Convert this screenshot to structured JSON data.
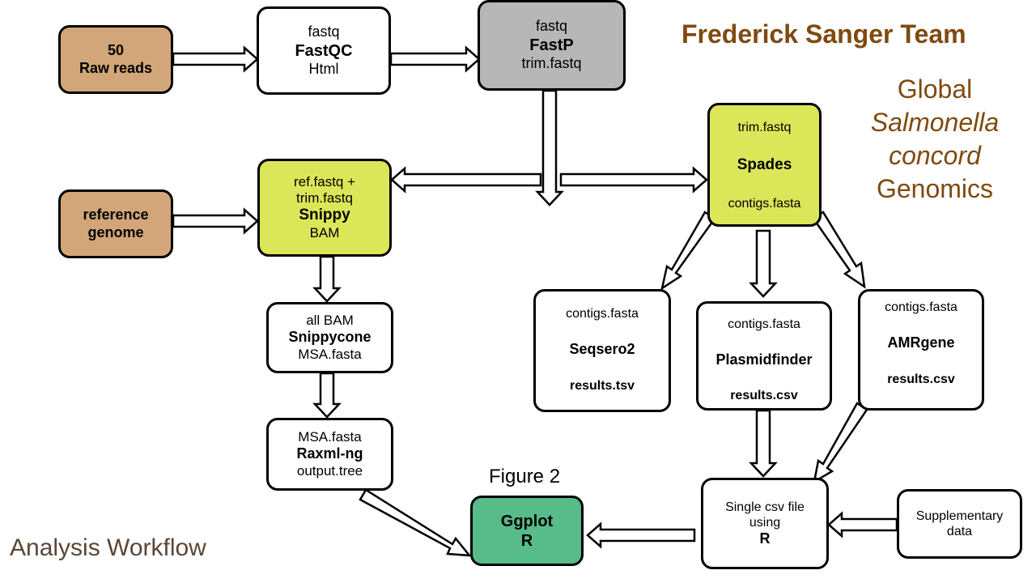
{
  "header": {
    "team": "Frederick Sanger Team",
    "subtitle": [
      "Global",
      "Salmonella",
      "concord",
      "Genomics"
    ]
  },
  "footer": {
    "workflow_title": "Analysis Workflow"
  },
  "figure_label": "Figure 2",
  "nodes": {
    "raw_reads": {
      "lines": [
        "50",
        "Raw reads"
      ]
    },
    "fastqc": {
      "input": "fastq",
      "tool": "FastQC",
      "output": "Html"
    },
    "fastp": {
      "input": "fastq",
      "tool": "FastP",
      "output": "trim.fastq"
    },
    "reference": {
      "lines": [
        "reference",
        "genome"
      ]
    },
    "snippy": {
      "input1": "ref.fastq +",
      "input2": "trim.fastq",
      "tool": "Snippy",
      "output": "BAM"
    },
    "spades": {
      "input": "trim.fastq",
      "tool": "Spades",
      "output": "contigs.fasta"
    },
    "snippycore": {
      "input": "all BAM",
      "tool": "Snippycone",
      "output": "MSA.fasta"
    },
    "raxml": {
      "input": "MSA.fasta",
      "tool": "Raxml-ng",
      "output": "output.tree"
    },
    "seqsero": {
      "input": "contigs.fasta",
      "tool": "Seqsero2",
      "output": "results.tsv"
    },
    "plasmid": {
      "input": "contigs.fasta",
      "tool": "Plasmidfinder",
      "output": "results.csv"
    },
    "amr": {
      "input": "contigs.fasta",
      "tool": "AMRgene",
      "output": "results.csv"
    },
    "csv": {
      "line1": "Single csv file",
      "line2": "using",
      "tool": "R"
    },
    "supp": {
      "line1": "Supplementary",
      "line2": "data"
    },
    "ggplot": {
      "line1": "Ggplot",
      "line2": "R"
    }
  },
  "colors": {
    "input_fill": "#d2a679",
    "highlight_fill": "#dce659",
    "fastp_fill": "#b7b7b7",
    "output_fill": "#57bb8a",
    "title_color": "#7f4a10"
  }
}
